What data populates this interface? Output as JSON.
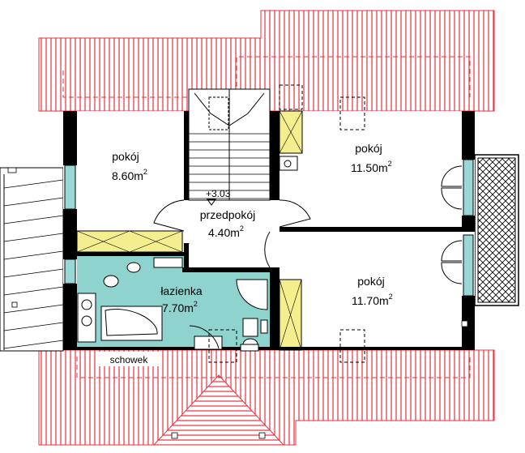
{
  "colors": {
    "roof_stroke": "#e8323c",
    "wall": "#000000",
    "bathroom": "#8fd3cf",
    "closet": "#f5ee8f",
    "window_glass": "#9ad8d8"
  },
  "rooms": {
    "pokoj_nw": {
      "name": "pokój",
      "area": "8.60m",
      "exp": "2"
    },
    "pokoj_ne": {
      "name": "pokój",
      "area": "11.50m",
      "exp": "2"
    },
    "hall": {
      "name": "przedpokój",
      "area": "4.40m",
      "exp": "2"
    },
    "bath": {
      "name": "łazienka",
      "area": "7.70m",
      "exp": "2"
    },
    "pokoj_se": {
      "name": "pokój",
      "area": "11.70m",
      "exp": "2"
    }
  },
  "level_mark": "+3.03",
  "storage": "schowek"
}
